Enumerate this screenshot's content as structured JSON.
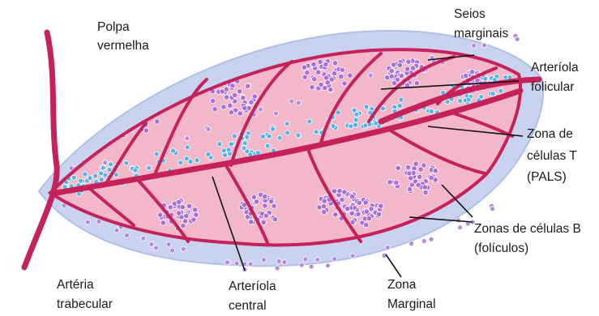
{
  "colors": {
    "background": "#ffffff",
    "marginal_zone": "#c9d3f0",
    "marginal_zone_edge": "#aebfe8",
    "red_pulp": "#f2b8c9",
    "vessel": "#c5215a",
    "vessel_highlight": "#e0527f",
    "b_cell": "#a96fd6",
    "t_cell": "#57b2e6",
    "marginal_cell": "#b58be0",
    "label_text": "#1a1a1a",
    "leader_line": "#111111"
  },
  "labels": {
    "polpa_vermelha": [
      "Polpa",
      "vermelha"
    ],
    "seios_marginais": [
      "Seios",
      "marginais"
    ],
    "arteriola_folicular": [
      "Arteríola",
      "folicular"
    ],
    "zona_celulas_t": [
      "Zona de",
      "células T",
      "(PALS)"
    ],
    "zonas_celulas_b": [
      "Zonas de células B",
      "(folículos)"
    ],
    "zona_marginal": [
      "Zona",
      "Marginal"
    ],
    "arteriola_central": [
      "Arteríola",
      "central"
    ],
    "arteria_trabecular": [
      "Artéria",
      "trabecular"
    ]
  },
  "icons": {
    "lymphocyte": "dot-cluster-icon"
  }
}
